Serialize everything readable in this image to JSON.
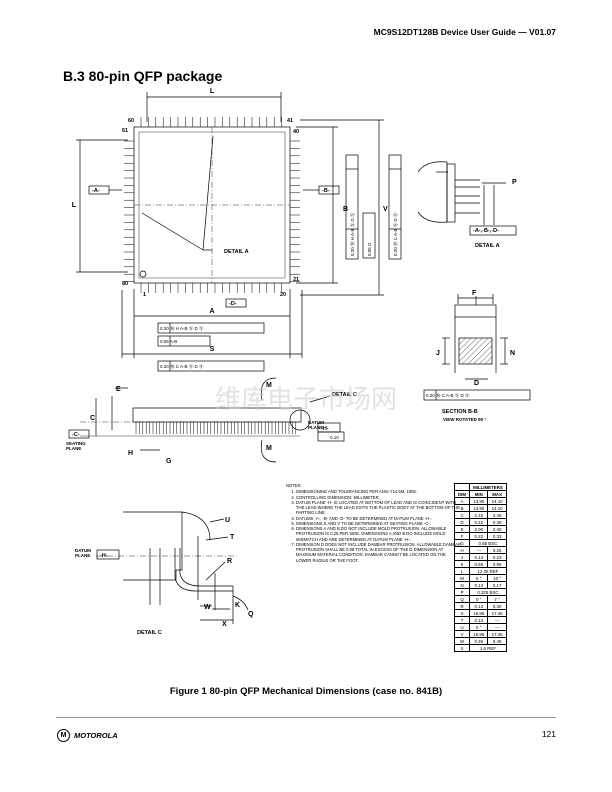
{
  "header": {
    "title": "MC9S12DT128B Device User Guide — V01.07"
  },
  "section": {
    "title": "B.3  80-pin QFP package"
  },
  "watermark": {
    "text": "维库电子市场网"
  },
  "labels": {
    "L": "L",
    "A": "A",
    "S": "S",
    "B": "B",
    "V": "V",
    "H": "H",
    "G": "G",
    "E": "E",
    "C": "C",
    "M": "M",
    "P": "P",
    "F": "F",
    "J": "J",
    "N": "N",
    "D": "D",
    "U": "U",
    "T": "T",
    "R": "R",
    "Q": "Q",
    "K": "K",
    "W": "W",
    "X": "X",
    "pin60": "60",
    "pin41": "41",
    "pin61": "61",
    "pin40": "40",
    "pin80": "80",
    "pin21": "21",
    "pin1": "1",
    "pin20": "20",
    "datumA": "-A-",
    "datumB": "-B-",
    "datumD": "-D-",
    "datumC": "-C-",
    "datumH": "-H-",
    "detailA": "DETAIL A",
    "detailC": "DETAIL C",
    "datumPlane": "DATUM",
    "datumPlane2": "PLANE",
    "seatingPlane": "SEATING",
    "seatingPlane2": "PLANE",
    "sectionBB": "SECTION B-B",
    "viewRotated": "VIEW ROTATED 90 °",
    "fcf1": "0.20 Ⓜ H  A-B Ⓢ  D Ⓢ",
    "fcf2": "0.05  A-B",
    "fcf3": "0.20 Ⓜ C  A-B Ⓢ  D Ⓢ",
    "fcfV1": "0.20 Ⓜ H  A-B Ⓢ  D Ⓢ",
    "fcfV2": "0.05  D",
    "fcfV3": "0.20 Ⓜ C  A-B Ⓢ  D Ⓢ",
    "flat": "0.10",
    "abdRef": "-A-,-B-,-D-",
    "fcfSec": "0.20 Ⓜ C  A-B Ⓢ  D Ⓢ"
  },
  "notes": {
    "title": "NOTES:",
    "items": [
      "DIMENSIONING AND TOLERANCING PER ANSI Y14.5M, 1982.",
      "CONTROLLING DIMENSION: MILLIMETER.",
      "DATUM PLANE -H- IS LOCATED AT BOTTOM OF LEAD AND IS COINCIDENT WITH THE LEAD WHERE THE LEAD EXITS THE PLASTIC BODY AT THE BOTTOM OF THE PARTING LINE.",
      "DATUMS -A-, -B- AND -D- TO BE DETERMINED AT DATUM PLANE -H-.",
      "DIMENSIONS S AND V TO BE DETERMINED AT SEATING PLANE -C-.",
      "DIMENSIONS A AND B DO NOT INCLUDE MOLD PROTRUSION. ALLOWABLE PROTRUSION IS 0.25 PER SIDE. DIMENSIONS A AND B DO INCLUDE MOLD MISMATCH AND ARE DETERMINED AT DATUM PLANE -H-.",
      "DIMENSION D DOES NOT INCLUDE DAMBAR PROTRUSION. ALLOWABLE DAMBAR PROTRUSION SHALL BE 0.08 TOTAL IN EXCESS OF THE D DIMENSION AT MAXIMUM MATERIAL CONDITION. DAMBAR CANNOT BE LOCATED ON THE LOWER RADIUS OR THE FOOT."
    ]
  },
  "dim_table": {
    "title": "MILLIMETERS",
    "headers": [
      "DIM",
      "MIN",
      "MAX"
    ],
    "rows": [
      [
        "A",
        "13.90",
        "14.10"
      ],
      [
        "B",
        "13.90",
        "14.10"
      ],
      [
        "C",
        "2.15",
        "2.45"
      ],
      [
        "D",
        "0.22",
        "0.38"
      ],
      [
        "E",
        "2.00",
        "2.40"
      ],
      [
        "F",
        "0.22",
        "0.33"
      ],
      [
        "G",
        "0.65 BSC",
        ""
      ],
      [
        "H",
        "---",
        "0.25"
      ],
      [
        "J",
        "0.13",
        "0.23"
      ],
      [
        "K",
        "0.65",
        "0.95"
      ],
      [
        "L",
        "12.35 REF",
        ""
      ],
      [
        "M",
        "5 °",
        "10 °"
      ],
      [
        "N",
        "0.13",
        "0.17"
      ],
      [
        "P",
        "0.325 BSC",
        ""
      ],
      [
        "Q",
        "0 °",
        "7 °"
      ],
      [
        "R",
        "0.13",
        "0.30"
      ],
      [
        "S",
        "16.95",
        "17.45"
      ],
      [
        "T",
        "0.13",
        "---"
      ],
      [
        "U",
        "0 °",
        "---"
      ],
      [
        "V",
        "16.95",
        "17.45"
      ],
      [
        "W",
        "0.35",
        "0.45"
      ],
      [
        "X",
        "1.6 REF",
        ""
      ]
    ]
  },
  "figure": {
    "caption": "Figure 1  80-pin QFP Mechanical Dimensions (case no. 841B)"
  },
  "footer": {
    "brand": "MOTOROLA",
    "page": "121"
  }
}
